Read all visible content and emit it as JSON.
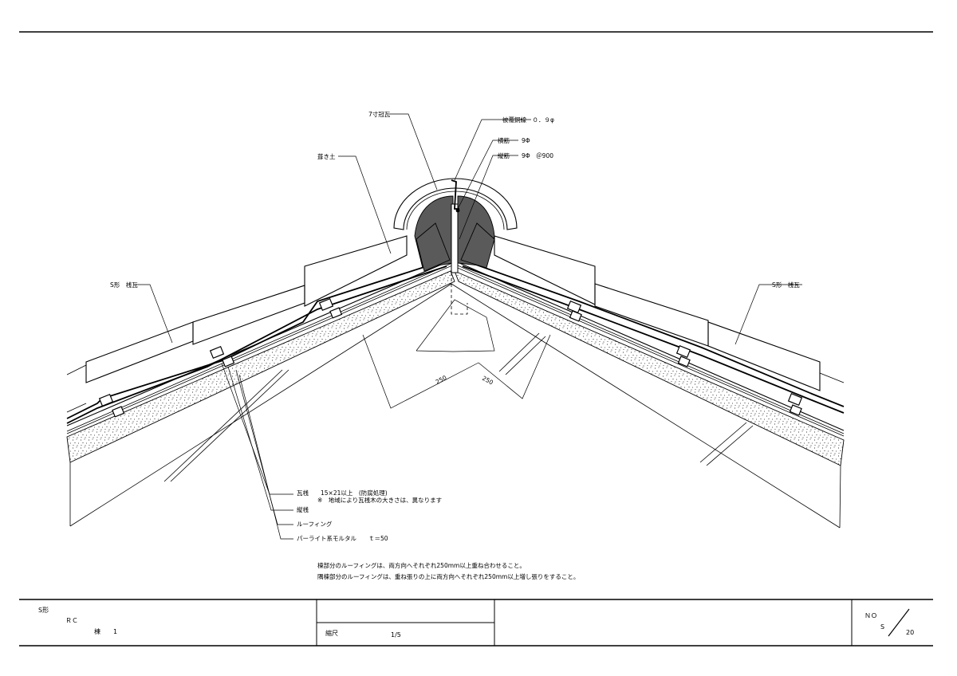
{
  "drawing": {
    "labels": {
      "crown_tile": "7寸冠瓦",
      "copper_wire": "被覆銅線　０．９φ",
      "horizontal_rebar": "横筋　　9Φ",
      "vertical_rebar": "縦筋　　9Φ　＠900",
      "bedding_mortar": "葺き土",
      "s_tile_left": "S形　桟瓦",
      "s_tile_right": "S形　桟瓦",
      "tile_batten": "瓦桟　　15×21以上　(防腐処理)",
      "tile_batten_note": "※　地域により瓦桟木の大きさは、異なります",
      "counter_batten": "縦桟",
      "roofing": "ルーフィング",
      "perlite_mortar": "パーライト系モルタル　　ｔ＝50"
    },
    "dimensions": {
      "left": "250",
      "right": "250"
    },
    "notes": [
      "棟部分のルーフィングは、両方向へそれぞれ250mm以上重ね合わせること。",
      "隅棟部分のルーフィングは、重ね張りの上に両方向へそれぞれ250mm以上増し張りをすること。"
    ]
  },
  "title_block": {
    "type_line1": "S形",
    "type_line2": "ＲＣ",
    "type_line3": "棟　　1",
    "scale_label": "縮尺",
    "scale_value": "1/5",
    "no_label": "ＮＯ",
    "no_prefix": "S",
    "no_value": "20"
  }
}
